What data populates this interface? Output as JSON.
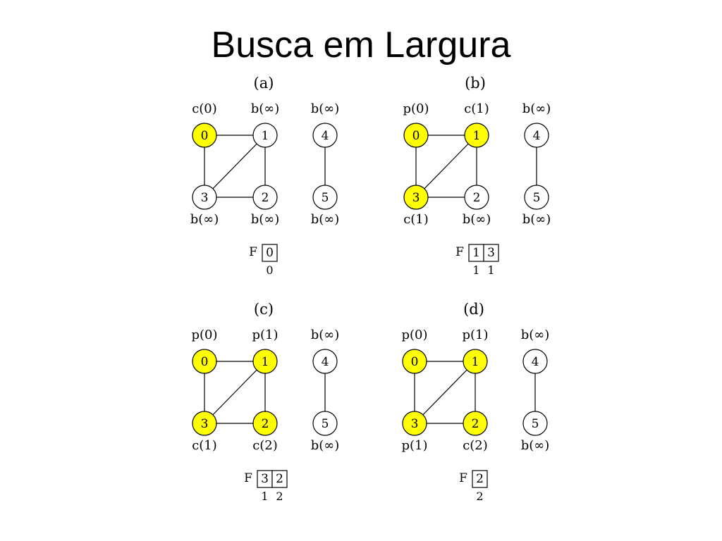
{
  "title": "Busca em Largura",
  "colors": {
    "visited": "#ffff00",
    "unvisited": "#ffffff",
    "stroke": "#000000"
  },
  "edges": [
    [
      0,
      1
    ],
    [
      0,
      3
    ],
    [
      1,
      3
    ],
    [
      1,
      2
    ],
    [
      3,
      2
    ],
    [
      4,
      5
    ]
  ],
  "panels": [
    {
      "label": "(a)",
      "nodes": [
        {
          "id": "0",
          "status": "c(0)",
          "fill": "visited"
        },
        {
          "id": "1",
          "status": "b(∞)",
          "fill": "unvisited"
        },
        {
          "id": "2",
          "status": "b(∞)",
          "fill": "unvisited"
        },
        {
          "id": "3",
          "status": "b(∞)",
          "fill": "unvisited"
        },
        {
          "id": "4",
          "status": "b(∞)",
          "fill": "unvisited"
        },
        {
          "id": "5",
          "status": "b(∞)",
          "fill": "unvisited"
        }
      ],
      "queue": {
        "label": "F",
        "items": [
          "0"
        ],
        "distances": [
          "0"
        ]
      }
    },
    {
      "label": "(b)",
      "nodes": [
        {
          "id": "0",
          "status": "p(0)",
          "fill": "visited"
        },
        {
          "id": "1",
          "status": "c(1)",
          "fill": "visited"
        },
        {
          "id": "2",
          "status": "b(∞)",
          "fill": "unvisited"
        },
        {
          "id": "3",
          "status": "c(1)",
          "fill": "visited"
        },
        {
          "id": "4",
          "status": "b(∞)",
          "fill": "unvisited"
        },
        {
          "id": "5",
          "status": "b(∞)",
          "fill": "unvisited"
        }
      ],
      "queue": {
        "label": "F",
        "items": [
          "1",
          "3"
        ],
        "distances": [
          "1",
          "1"
        ]
      }
    },
    {
      "label": "(c)",
      "nodes": [
        {
          "id": "0",
          "status": "p(0)",
          "fill": "visited"
        },
        {
          "id": "1",
          "status": "p(1)",
          "fill": "visited"
        },
        {
          "id": "2",
          "status": "c(2)",
          "fill": "visited"
        },
        {
          "id": "3",
          "status": "c(1)",
          "fill": "visited"
        },
        {
          "id": "4",
          "status": "b(∞)",
          "fill": "unvisited"
        },
        {
          "id": "5",
          "status": "b(∞)",
          "fill": "unvisited"
        }
      ],
      "queue": {
        "label": "F",
        "items": [
          "3",
          "2"
        ],
        "distances": [
          "1",
          "2"
        ]
      }
    },
    {
      "label": "(d)",
      "nodes": [
        {
          "id": "0",
          "status": "p(0)",
          "fill": "visited"
        },
        {
          "id": "1",
          "status": "p(1)",
          "fill": "visited"
        },
        {
          "id": "2",
          "status": "c(2)",
          "fill": "visited"
        },
        {
          "id": "3",
          "status": "p(1)",
          "fill": "visited"
        },
        {
          "id": "4",
          "status": "b(∞)",
          "fill": "unvisited"
        },
        {
          "id": "5",
          "status": "b(∞)",
          "fill": "unvisited"
        }
      ],
      "queue": {
        "label": "F",
        "items": [
          "2"
        ],
        "distances": [
          "2"
        ]
      }
    }
  ]
}
